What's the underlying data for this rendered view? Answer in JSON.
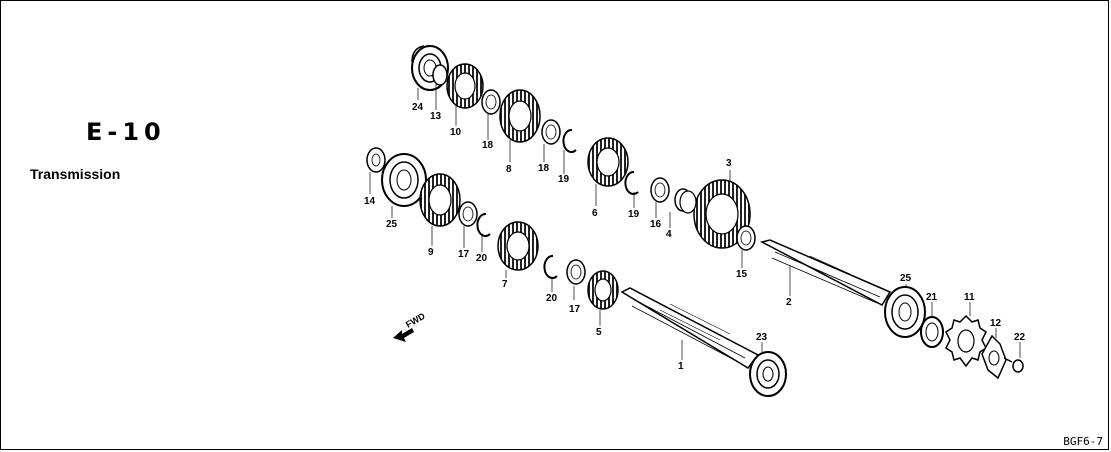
{
  "section": {
    "code": "E-10",
    "title": "Transmission"
  },
  "drawing_code": "BGF6-7",
  "fwd_label": "FWD",
  "callouts": {
    "c1": "1",
    "c2": "2",
    "c3": "3",
    "c4": "4",
    "c5": "5",
    "c6": "6",
    "c7": "7",
    "c8": "8",
    "c9": "9",
    "c10": "10",
    "c11": "11",
    "c12": "12",
    "c13": "13",
    "c14": "14",
    "c15": "15",
    "c16": "16",
    "c17a": "17",
    "c17b": "17",
    "c18a": "18",
    "c18b": "18",
    "c19a": "19",
    "c19b": "19",
    "c20a": "20",
    "c20b": "20",
    "c21": "21",
    "c22": "22",
    "c23": "23",
    "c24": "24",
    "c25a": "25",
    "c25b": "25"
  }
}
